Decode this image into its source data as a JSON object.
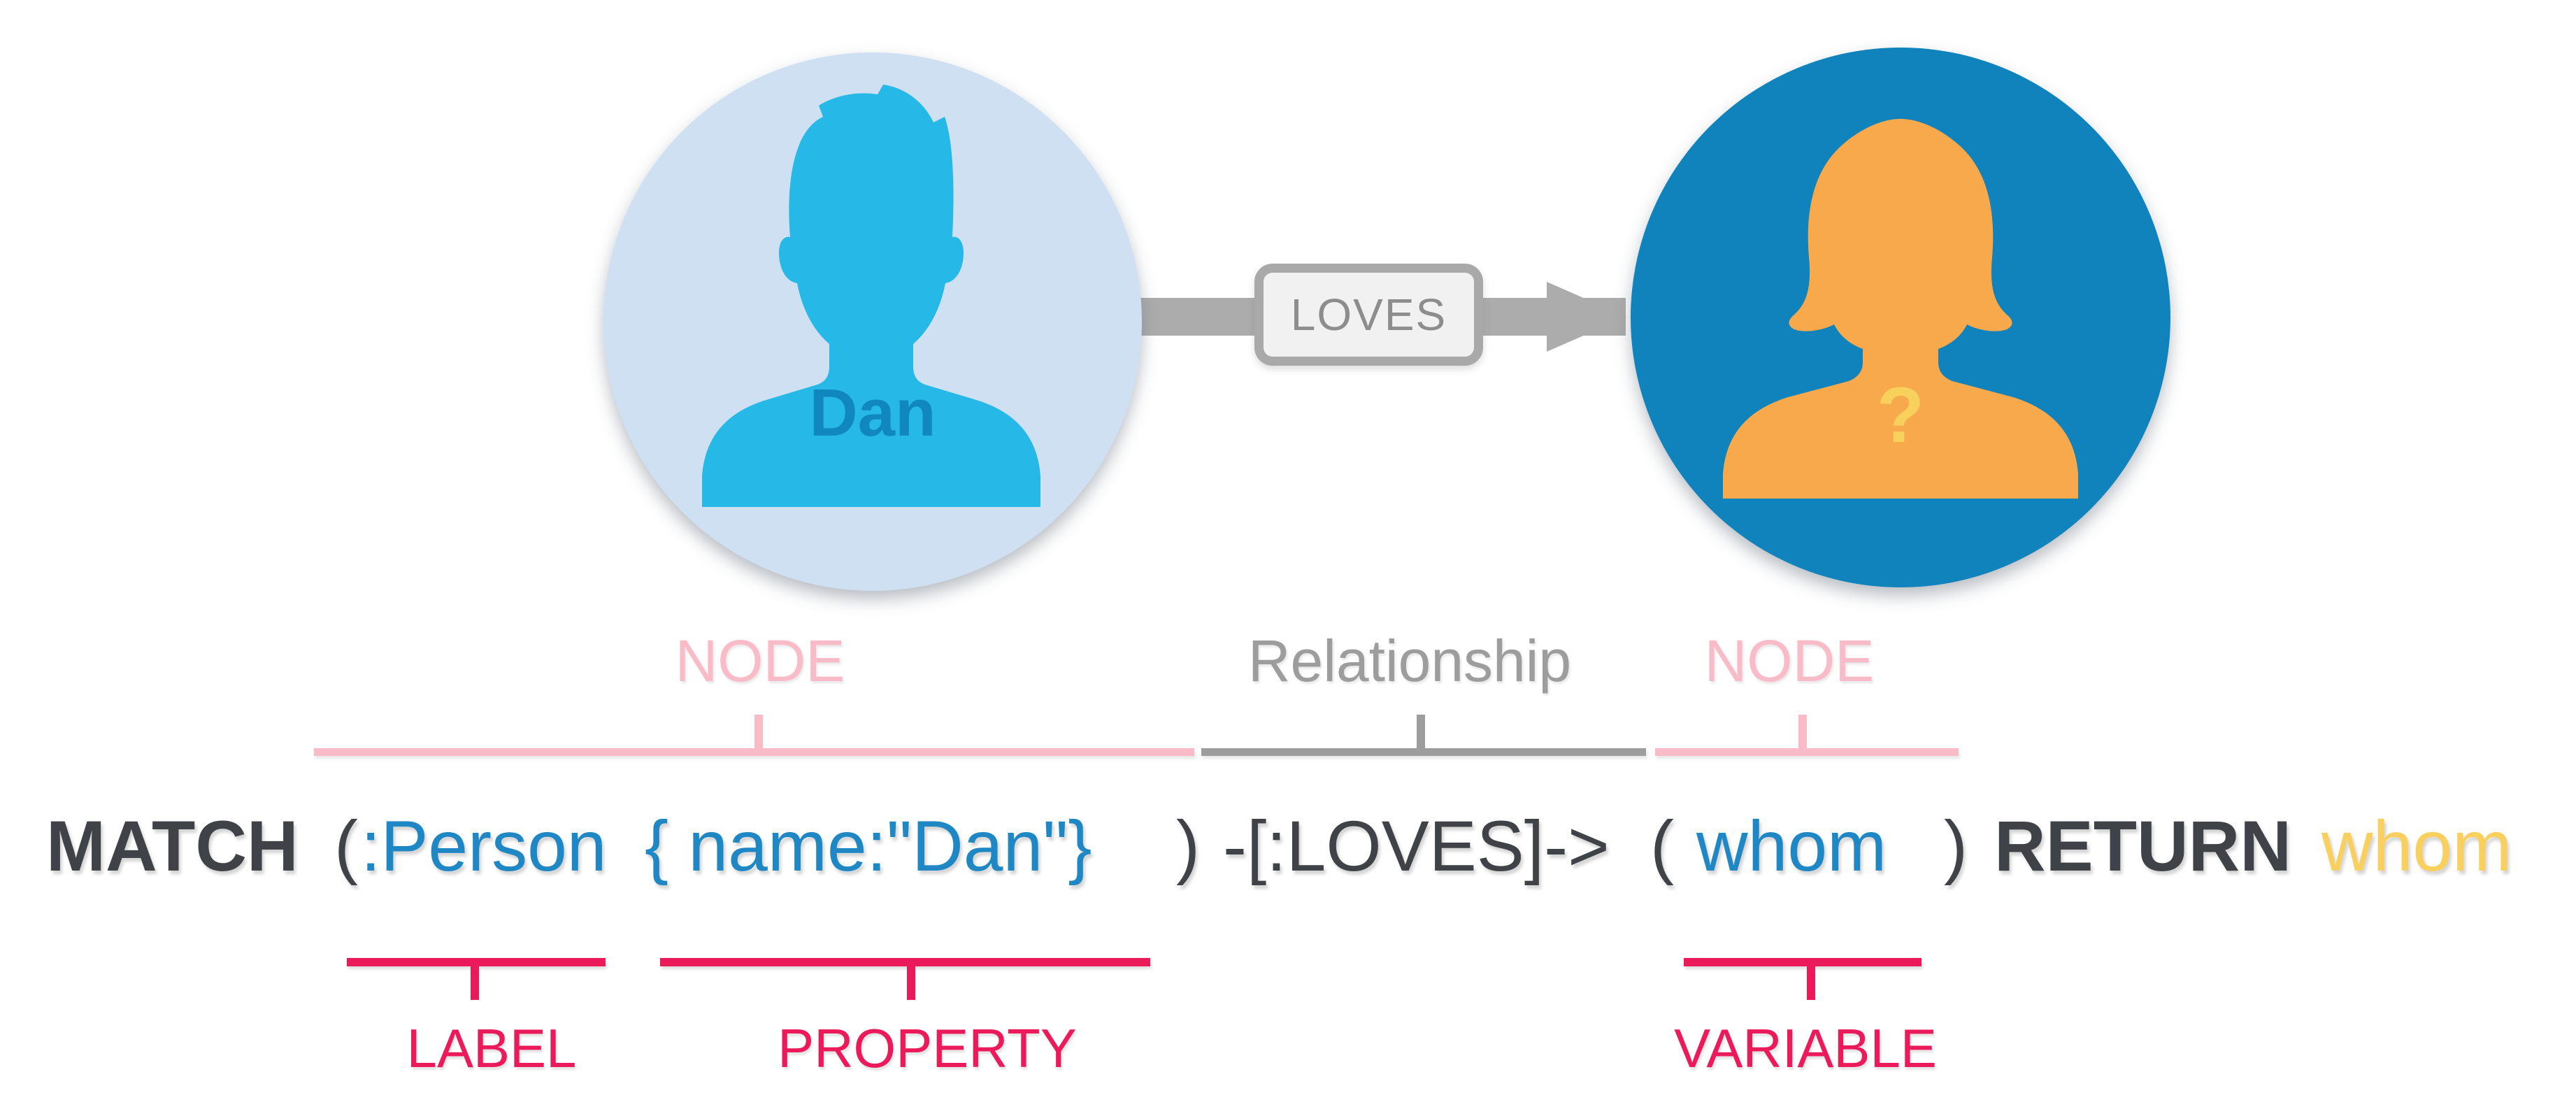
{
  "diagram": {
    "left_node": {
      "name": "Dan",
      "type_label": "NODE",
      "circle_color": "#CEE0F2",
      "silhouette_color": "#26B8E7",
      "name_color": "#1088BF"
    },
    "relationship": {
      "label": "LOVES",
      "type_label": "Relationship",
      "arrow_color": "#ACACAC",
      "box_fill": "#F1F1F1",
      "box_border": "#A9A9A9",
      "label_color": "#8D8D8D"
    },
    "right_node": {
      "name": "?",
      "type_label": "NODE",
      "circle_color": "#1083BC",
      "silhouette_color": "#F7A94B",
      "name_color": "#F8D05C"
    }
  },
  "query": {
    "tokens": {
      "match": "MATCH",
      "open_paren_node1": "(",
      "label": ":Person",
      "property": "{ name:\"Dan\"}",
      "close_paren_node1": ")",
      "relationship": "-[:LOVES]->",
      "open_paren_node2": "(",
      "variable": "whom",
      "close_paren_node2": ")",
      "return_keyword": "RETURN",
      "return_variable": "whom"
    },
    "keyword_color": "#3F4247",
    "identifier_color": "#1E87C4",
    "result_color": "#F9D05E"
  },
  "annotations": {
    "node_color": "#FABBC8",
    "relationship_color": "#9D9D9D",
    "callout_color": "#EA1A5B",
    "label": "LABEL",
    "property": "PROPERTY",
    "variable": "VARIABLE"
  }
}
